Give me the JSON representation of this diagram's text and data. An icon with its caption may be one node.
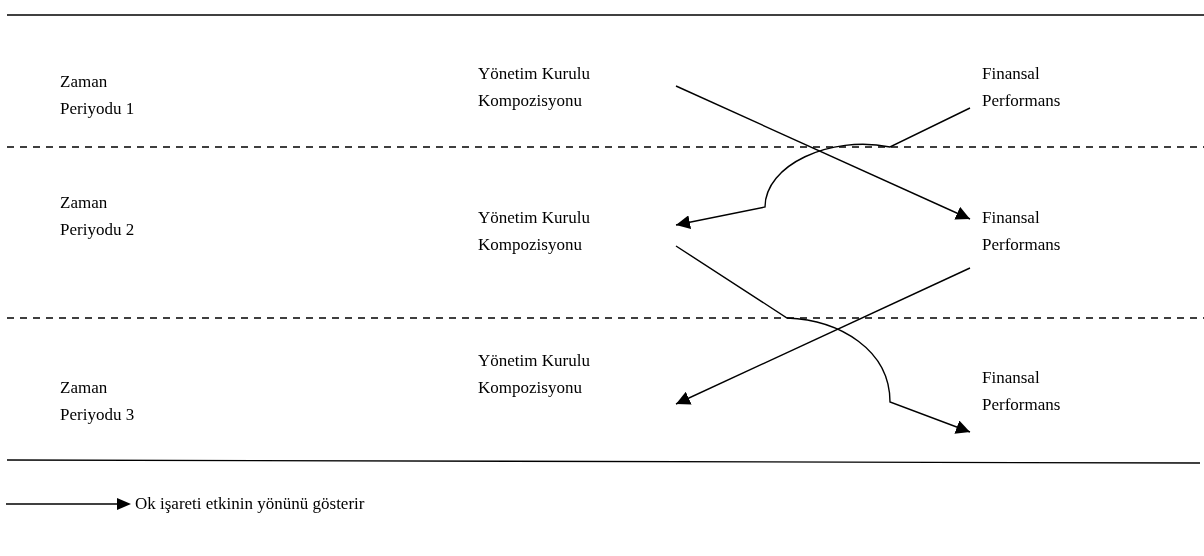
{
  "diagram": {
    "nodes": [
      {
        "text": [
          "Yönetim Kurulu Kompozisyonu"
        ]
      },
      {
        "text": [
          "Finansal Performans"
        ]
      },
      {
        "text": [
          "Yönetim Kurulu Kompozisyonu"
        ]
      },
      {
        "text": [
          "Finansal Performans"
        ]
      },
      {
        "text": [
          "Yönetim Kurulu Kompozisyonu"
        ]
      },
      {
        "text": [
          "Finansal Performans"
        ]
      }
    ],
    "edges": [
      {
        "from": 0,
        "to": 3,
        "arrow": "to"
      },
      {
        "from": 1,
        "to": 2,
        "arrow": "to"
      },
      {
        "from": 2,
        "to": 5,
        "arrow": "to"
      },
      {
        "from": 3,
        "to": 4,
        "arrow": "to"
      }
    ],
    "labels": [
      "Zaman Periyodu 1",
      "Zaman Periyodu 2",
      "Zaman Periyodu 3"
    ],
    "legend": [
      {
        "text": "Ok işareti etkinin yönünü gösterir"
      }
    ]
  }
}
